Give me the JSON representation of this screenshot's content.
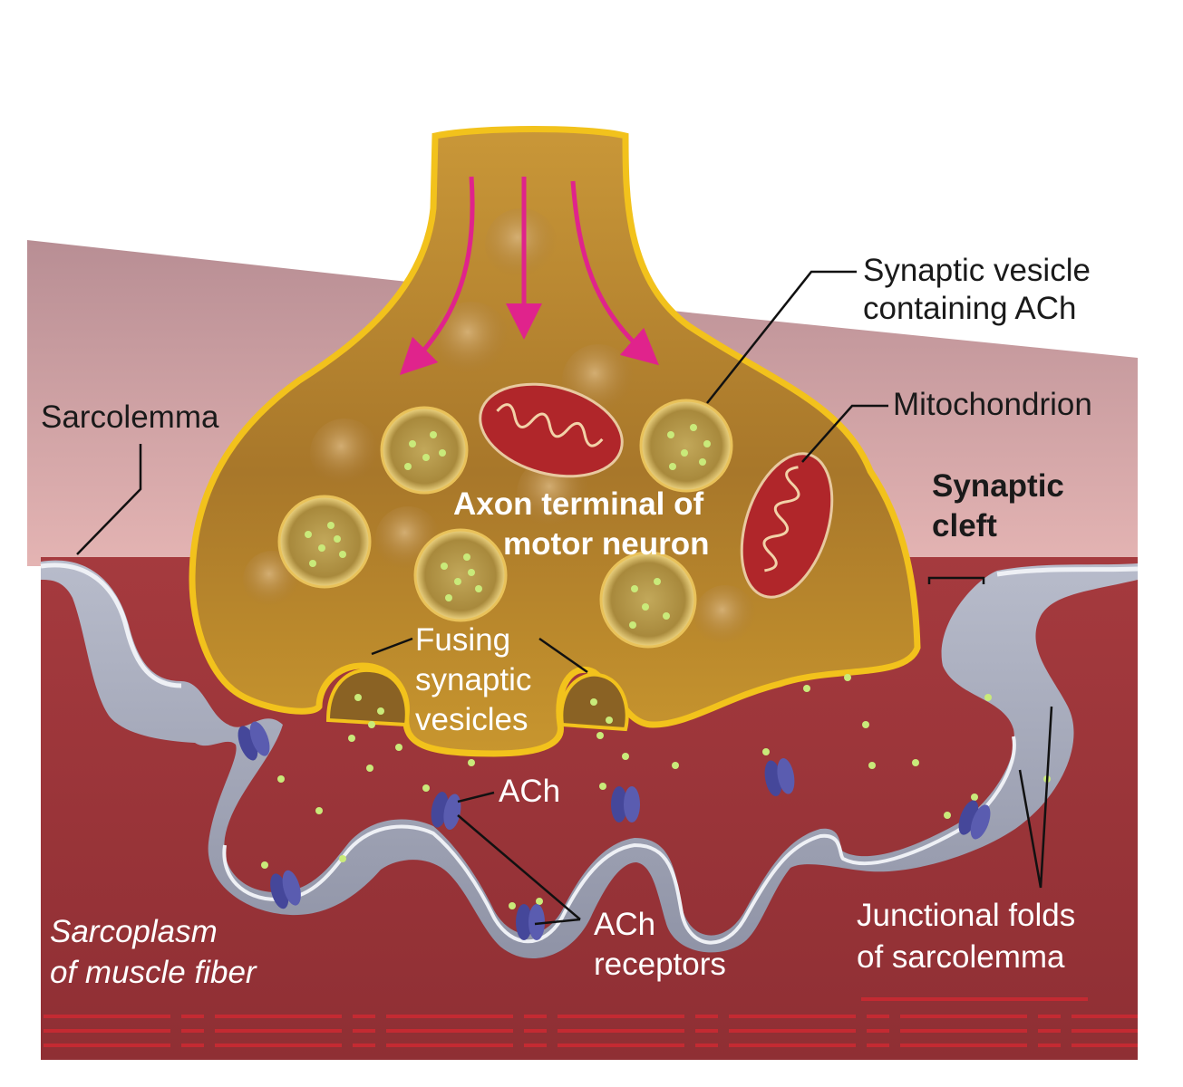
{
  "labels": {
    "synaptic_vesicle": [
      "Synaptic vesicle",
      "containing ACh"
    ],
    "mitochondrion": "Mitochondrion",
    "sarcolemma": "Sarcolemma",
    "synaptic_cleft": [
      "Synaptic",
      "cleft"
    ],
    "axon_terminal": [
      "Axon terminal of",
      "motor neuron"
    ],
    "fusing_vesicles": [
      "Fusing",
      "synaptic",
      "vesicles"
    ],
    "ach": "ACh",
    "ach_receptors": [
      "ACh",
      "receptors"
    ],
    "sarcoplasm": [
      "Sarcoplasm",
      "of muscle fiber"
    ],
    "junctional_folds": [
      "Junctional folds",
      "of sarcolemma"
    ]
  },
  "colors": {
    "axon_gold": "#b8862a",
    "axon_border": "#f2c21c",
    "cleft_gray": "#a6aab8",
    "muscle_red": "#9e3338",
    "muscle_pink": "#d9a7a9",
    "mitochondrion_red": "#b0262a",
    "receptor_blue": "#45479a",
    "ach_dot": "#c9ea7a",
    "arrow_magenta": "#e0238c"
  }
}
